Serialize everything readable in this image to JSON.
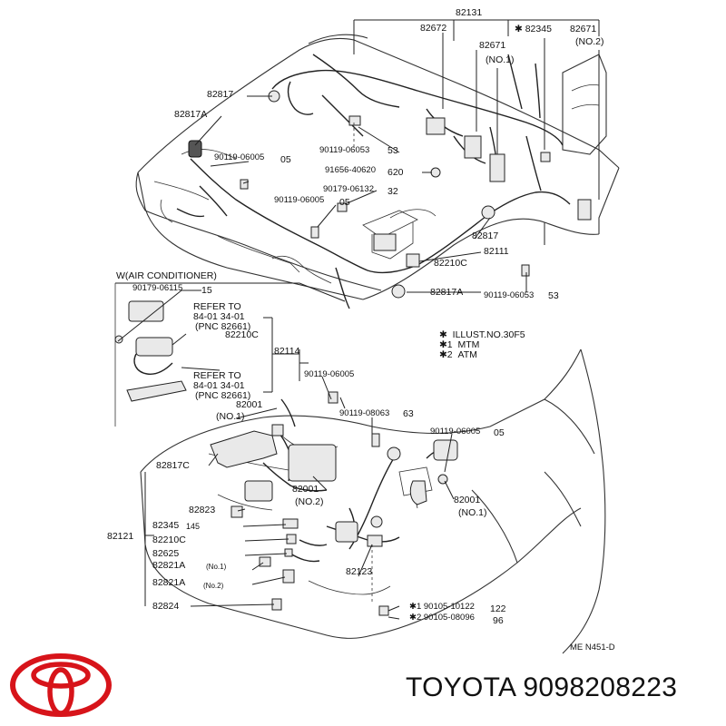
{
  "brand": {
    "name": "TOYOTA",
    "part_number": "9098208223",
    "logo": "toyota-logo-icon",
    "logo_color": "#d7141a"
  },
  "diagram": {
    "drawing_code": "ME N451-D",
    "notes": [
      {
        "mark": "✱",
        "text": "ILLUST.NO.30F5"
      },
      {
        "mark": "✱1",
        "text": "MTM"
      },
      {
        "mark": "✱2",
        "text": "ATM"
      }
    ],
    "section_title": "W(AIR CONDITIONER)",
    "labels": {
      "l82131": "82131",
      "l82672": "82672",
      "l82345_top": "✱ 82345",
      "l82671_1": "82671",
      "l82671_1b": "82671",
      "l82671_no2": "(NO.2)",
      "l82671_no1": "(NO.1)",
      "l82817_a": "82817",
      "l82817A_a": "82817A",
      "l90119_06053_a": "90119-06053",
      "l53_a": "53",
      "l90119_06005_a": "90119-06005",
      "l05_a": "05",
      "l91656": "91656-40620",
      "l620": "620",
      "l90179_06132": "90179-06132",
      "l32": "32",
      "l90119_06005_b": "90119-06005",
      "l05_b": "05",
      "l82817_b": "82817",
      "l82111": "82111",
      "l82210C_a": "82210C",
      "l82817A_b": "82817A",
      "l90119_06053_b": "90119-06053",
      "l53_b": "53",
      "l90179_06115": "90179-06115",
      "l15": "15",
      "l_refer1": "REFER TO",
      "l_refer1_num": "84-01  34-01",
      "l_refer1_pnc": "(PNC 82661)",
      "l82210C_b": "82210C",
      "l82114": "82114",
      "l_refer2": "REFER TO",
      "l_refer2_num": "84-01  34-01",
      "l_refer2_pnc": "(PNC 82661)",
      "l90119_06005_c": "90119-06005",
      "l82001_no1a": "82001",
      "l_no1a": "(NO.1)",
      "l90119_08063": "90119-08063",
      "l63": "63",
      "l90119_06005_d": "90119-06005",
      "l05_d": "05",
      "l82817C": "82817C",
      "l82001_no2": "82001",
      "l_no2": "(NO.2)",
      "l82823": "82823",
      "l82001_no1b": "82001",
      "l_no1b": "(NO.1)",
      "l82121": "82121",
      "l82345_b": "82345",
      "l145": "145",
      "l82210C_c": "82210C",
      "l82625": "82625",
      "l82821A_1": "82821A",
      "l82821A_1n": "(No.1)",
      "l82821A_2": "82821A",
      "l82821A_2n": "(No.2)",
      "l82123": "82123",
      "l82824": "82824",
      "l90105_10122": "✱1  90105-10122",
      "l122": "122",
      "l90105_08096": "✱2  90105-08096",
      "l96": "96"
    }
  }
}
